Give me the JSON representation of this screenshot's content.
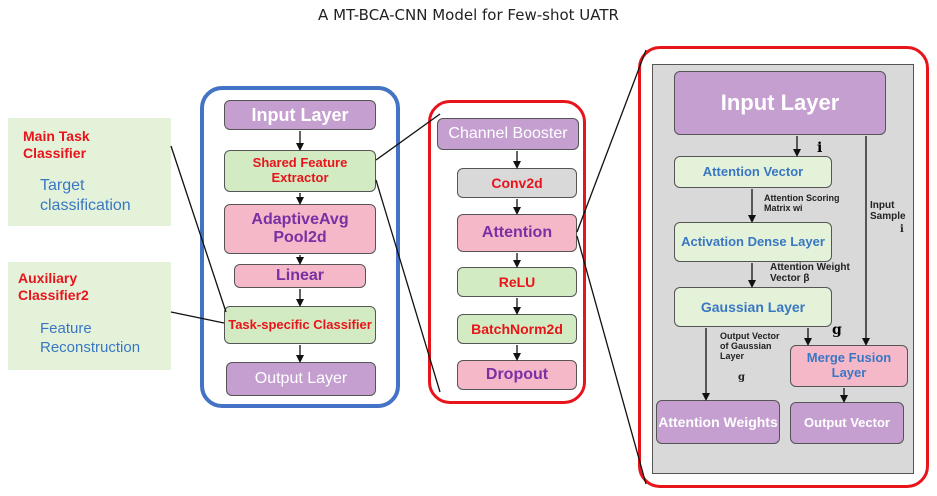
{
  "title": "A MT-BCA-CNN Model for Few-shot UATR",
  "left": {
    "main_title": "Main Task Classifier",
    "main_desc": "Target classification",
    "aux_title": "Auxiliary Classifier2",
    "aux_desc": "Feature Reconstruction"
  },
  "model": {
    "input": "Input Layer",
    "shared": "Shared Feature Extractor",
    "pool": "AdaptiveAvg Pool2d",
    "linear": "Linear",
    "task": "Task-specific Classifier",
    "output": "Output Layer"
  },
  "booster": {
    "header": "Channel Booster",
    "conv": "Conv2d",
    "attention": "Attention",
    "relu": "ReLU",
    "bn": "BatchNorm2d",
    "dropout": "Dropout"
  },
  "attention": {
    "input": "Input Layer",
    "vector": "Attention Vector",
    "dense": "Activation Dense Layer",
    "gaussian": "Gaussian Layer",
    "merge": "Merge Fusion Layer",
    "weights": "Attention Weights",
    "out_vector": "Output Vector",
    "lbl_i": "i",
    "lbl_scoring": "Attention Scoring Matrix wi",
    "lbl_weight_vec": "Attention Weight Vector β",
    "lbl_input_sample": "Input Sample",
    "lbl_i2": "i",
    "lbl_g": "g",
    "lbl_output_gauss": "Output Vector of Gaussian Layer",
    "lbl_g2": "g"
  },
  "colors": {
    "blue_frame": "#4472c4",
    "red_frame": "#e8141b",
    "purple": "#c49fd0",
    "green": "#d3ebc2",
    "pink": "#f5b8c8"
  }
}
